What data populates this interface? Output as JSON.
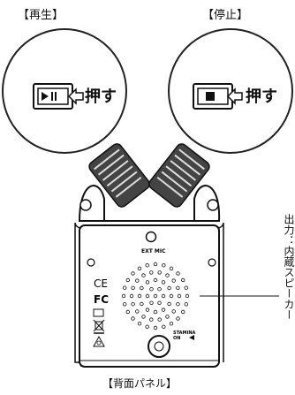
{
  "labels": {
    "play": "【再生】",
    "stop": "【停止】",
    "press": "押す",
    "rear_panel": "【背面パネル】",
    "speaker": "出力：内蔵スピーカー"
  },
  "device": {
    "ext_mic": "EXT MIC",
    "stamina": "STAMINA",
    "on": "ON",
    "ce": "CE",
    "fc": "FC"
  }
}
